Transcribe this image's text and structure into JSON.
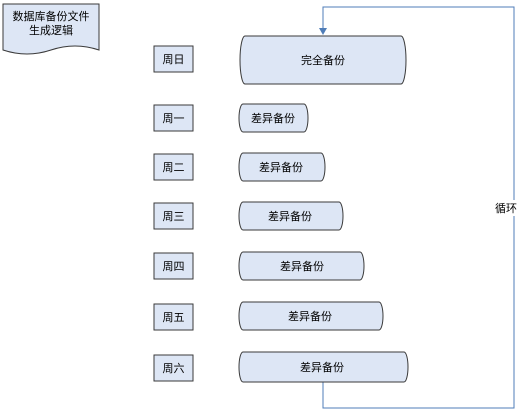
{
  "document_shape": {
    "line1": "数据库备份文件",
    "line2": "生成逻辑"
  },
  "days": [
    {
      "label": "周日",
      "backup": "完全备份"
    },
    {
      "label": "周一",
      "backup": "差异备份"
    },
    {
      "label": "周二",
      "backup": "差异备份"
    },
    {
      "label": "周三",
      "backup": "差异备份"
    },
    {
      "label": "周四",
      "backup": "差异备份"
    },
    {
      "label": "周五",
      "backup": "差异备份"
    },
    {
      "label": "周六",
      "backup": "差异备份"
    }
  ],
  "loop_label": "循环",
  "colors": {
    "shape_fill": "#dde6f5",
    "outline": "#3a3a3a",
    "loop_line": "#4f7db8"
  }
}
